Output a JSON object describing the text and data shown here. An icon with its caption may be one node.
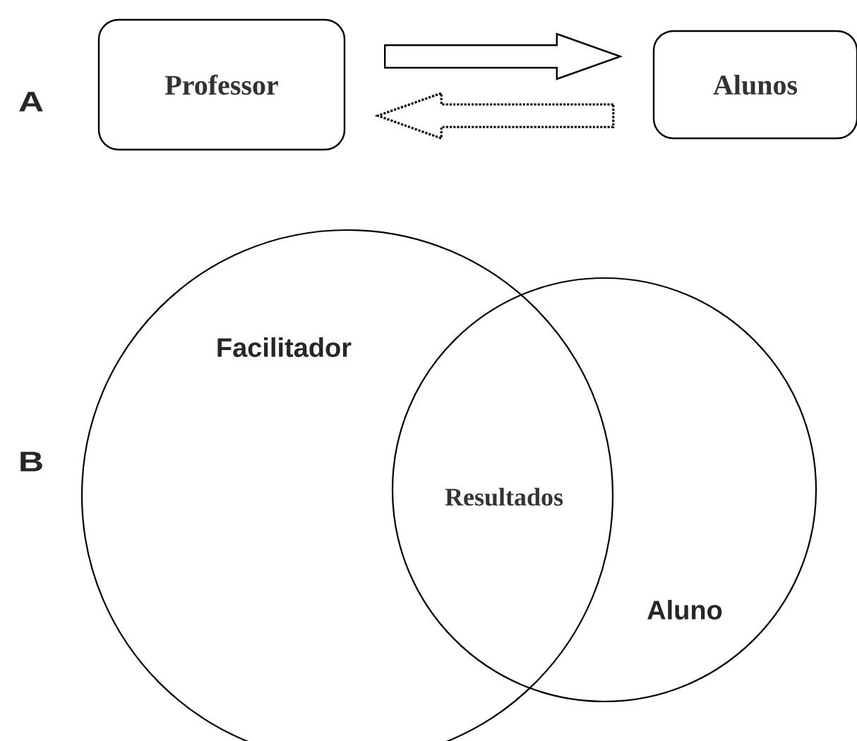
{
  "diagram": {
    "nodes": [
      {
        "text": [
          "Professor"
        ]
      },
      {
        "text": [
          "Alunos"
        ]
      },
      {
        "text": [
          "Facilitador"
        ]
      },
      {
        "text": [
          "Aluno"
        ]
      }
    ],
    "edges": [
      {
        "from": 0,
        "to": 1,
        "arrow": "to"
      },
      {
        "from": 1,
        "to": 0,
        "arrow": "to",
        "style": "dashed"
      }
    ],
    "labels": [
      "A",
      "B",
      "Resultados"
    ]
  }
}
